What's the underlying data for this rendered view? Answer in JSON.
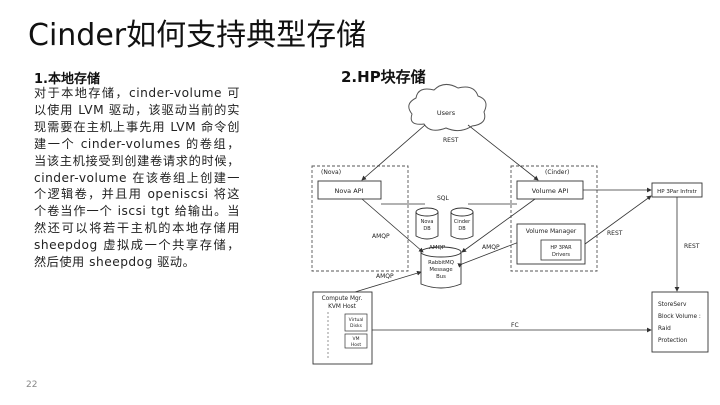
{
  "slide": {
    "title": "Cinder如何支持典型存储",
    "page_number": "22"
  },
  "left_section": {
    "heading": "1.本地存储",
    "body": "对于本地存储，cinder-volume 可以使用 LVM 驱动，该驱动当前的实现需要在主机上事先用 LVM 命令创建一个 cinder-volumes 的卷组，当该主机接受到创建卷请求的时候，cinder-volume 在该卷组上创建一个逻辑卷，并且用 openiscsi 将这个卷当作一个 iscsi tgt 给输出。当然还可以将若干主机的本地存储用 sheepdog 虚拟成一个共享存储，然后使用 sheepdog 驱动。"
  },
  "right_section": {
    "heading": "2.HP块存储"
  },
  "diagram": {
    "users": "Users",
    "rest_top": "REST",
    "nova_label": "(Nova)",
    "cinder_label": "(Cinder)",
    "nova_api": "Nova API",
    "volume_api": "Volume API",
    "sql": "SQL",
    "nova_db": [
      "Nova",
      "DB"
    ],
    "cinder_db": [
      "Cinder",
      "DB"
    ],
    "amqp_left": "AMQP",
    "amqp_mid1": "AMQP",
    "amqp_mid2": "AMQP",
    "amqp_lower": "AMQP",
    "bus": [
      "RabbitMQ",
      "Message",
      "Bus"
    ],
    "volume_manager": "Volume Manager",
    "hp_driver": [
      "HP 3PAR",
      "Drivers"
    ],
    "rest_mid": "REST",
    "rest_right": "REST",
    "hp_infra": "HP 3Par Infrstr",
    "compute": [
      "Compute Mgr.",
      "KVM Host"
    ],
    "virtual_disk": [
      "Virtual",
      "Disks"
    ],
    "vm": [
      "VM",
      "Host"
    ],
    "fc": "FC",
    "storeserv": [
      "StoreServ",
      "Block Volume :",
      "Raid",
      "Protection"
    ]
  }
}
